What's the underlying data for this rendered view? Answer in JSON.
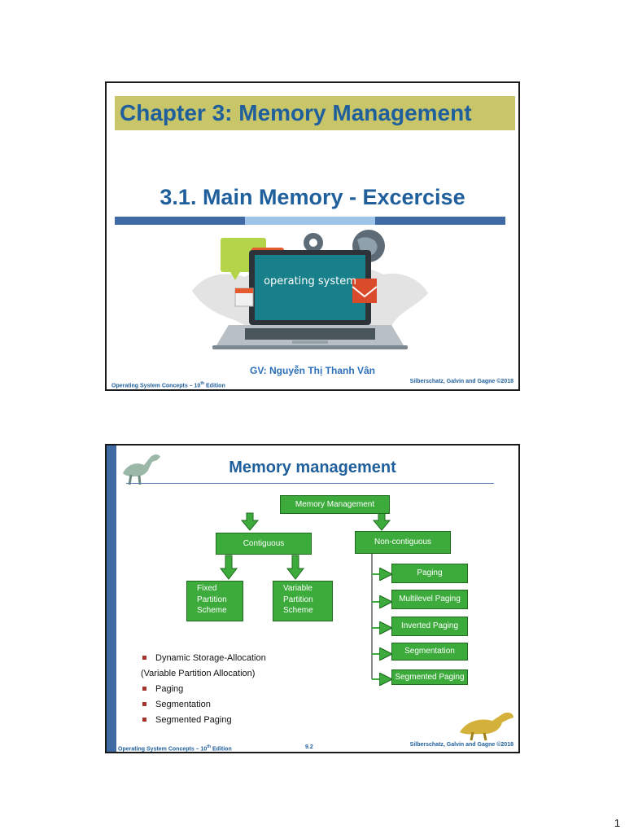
{
  "slide1": {
    "title": "Chapter 3: Memory Management",
    "subtitle": "3.1.  Main Memory - Excercise",
    "screen_text": "operating system",
    "instructor": "GV: Nguyễn Thị Thanh Vân",
    "footer_left": "Operating System Concepts – 10",
    "footer_left_sup": "th",
    "footer_left_tail": " Edition",
    "footer_right": "Silberschatz, Galvin and Gagne ©2018"
  },
  "slide2": {
    "title": "Memory management",
    "diagram": {
      "root": "Memory Management",
      "contiguous": "Contiguous",
      "non_contiguous": "Non-contiguous",
      "fixed": [
        "Fixed",
        "Partition",
        "Scheme"
      ],
      "variable": [
        "Variable",
        "Partition",
        "Scheme"
      ],
      "paging": "Paging",
      "multilevel": "Multilevel Paging",
      "inverted": "Inverted Paging",
      "segmentation": "Segmentation",
      "segmented": "Segmented Paging"
    },
    "bullets": {
      "b1": "Dynamic Storage-Allocation",
      "b1_sub": "(Variable Partition Allocation)",
      "b2": "Paging",
      "b3": "Segmentation",
      "b4": "Segmented Paging"
    },
    "footer_left": "Operating System Concepts – 10",
    "footer_left_sup": "th",
    "footer_left_tail": " Edition",
    "slide_number": "9.2",
    "footer_right": "Silberschatz, Galvin and Gagne ©2018"
  },
  "page_number": "1",
  "colors": {
    "title_blue": "#1f5f9b",
    "title_band": "#c9c66a",
    "green_box": "#3cab3c",
    "bullet_red": "#a3332b",
    "laptop_screen": "#17808a"
  }
}
